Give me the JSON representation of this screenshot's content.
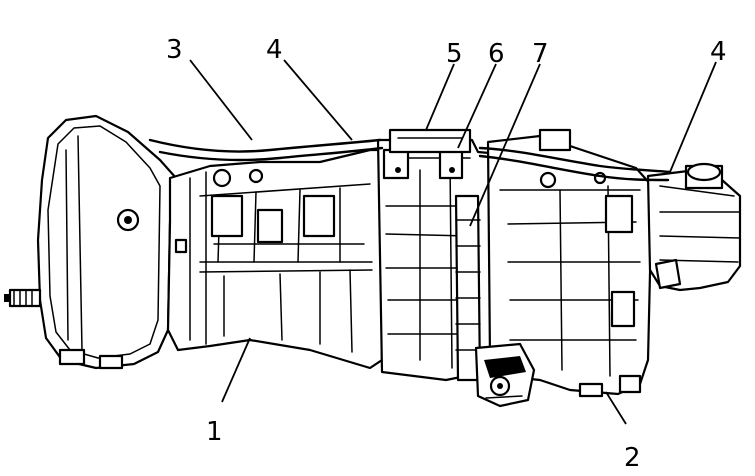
{
  "callouts": [
    {
      "id": "c1",
      "label": "1"
    },
    {
      "id": "c2",
      "label": "2"
    },
    {
      "id": "c3",
      "label": "3"
    },
    {
      "id": "c4a",
      "label": "4"
    },
    {
      "id": "c4b",
      "label": "4"
    },
    {
      "id": "c5",
      "label": "5"
    },
    {
      "id": "c6",
      "label": "6"
    },
    {
      "id": "c7",
      "label": "7"
    }
  ],
  "colors": {
    "ink": "#000000",
    "paper": "#ffffff"
  }
}
